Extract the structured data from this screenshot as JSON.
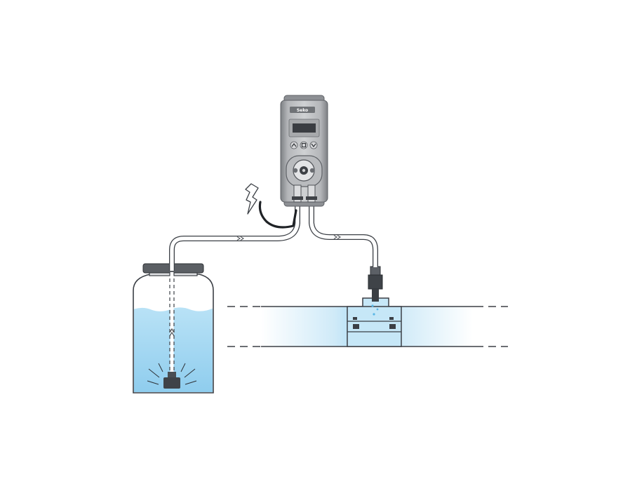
{
  "diagram": {
    "components": [
      {
        "id": "peristaltic-dosing-pump",
        "icon": "pump-icon"
      },
      {
        "id": "power-supply",
        "icon": "lightning-bolt-icon"
      },
      {
        "id": "chemical-tank",
        "icon": "tank-icon"
      },
      {
        "id": "foot-valve",
        "icon": "foot-valve-icon"
      },
      {
        "id": "injection-valve",
        "icon": "injection-valve-icon"
      },
      {
        "id": "process-pipe",
        "icon": "pipe-icon"
      }
    ],
    "connections": [
      {
        "from": "chemical-tank",
        "to": "peristaltic-dosing-pump",
        "type": "suction-hose"
      },
      {
        "from": "peristaltic-dosing-pump",
        "to": "injection-valve",
        "type": "discharge-hose"
      },
      {
        "from": "power-supply",
        "to": "peristaltic-dosing-pump",
        "type": "power-cable"
      }
    ],
    "pump": {
      "brand_text": "Seko",
      "button_icons": [
        "chevron-up-icon",
        "menu-square-icon",
        "chevron-down-icon"
      ]
    },
    "colors": {
      "liquid": "#9ad4f2",
      "liquid_edge": "#bfe4f7",
      "pump_body": "#9a9c9f",
      "pump_face": "#c9cbce",
      "display": "#3a3d42",
      "outline": "#3b3f45",
      "hose": "#ffffff",
      "cable": "#1f2226"
    }
  }
}
